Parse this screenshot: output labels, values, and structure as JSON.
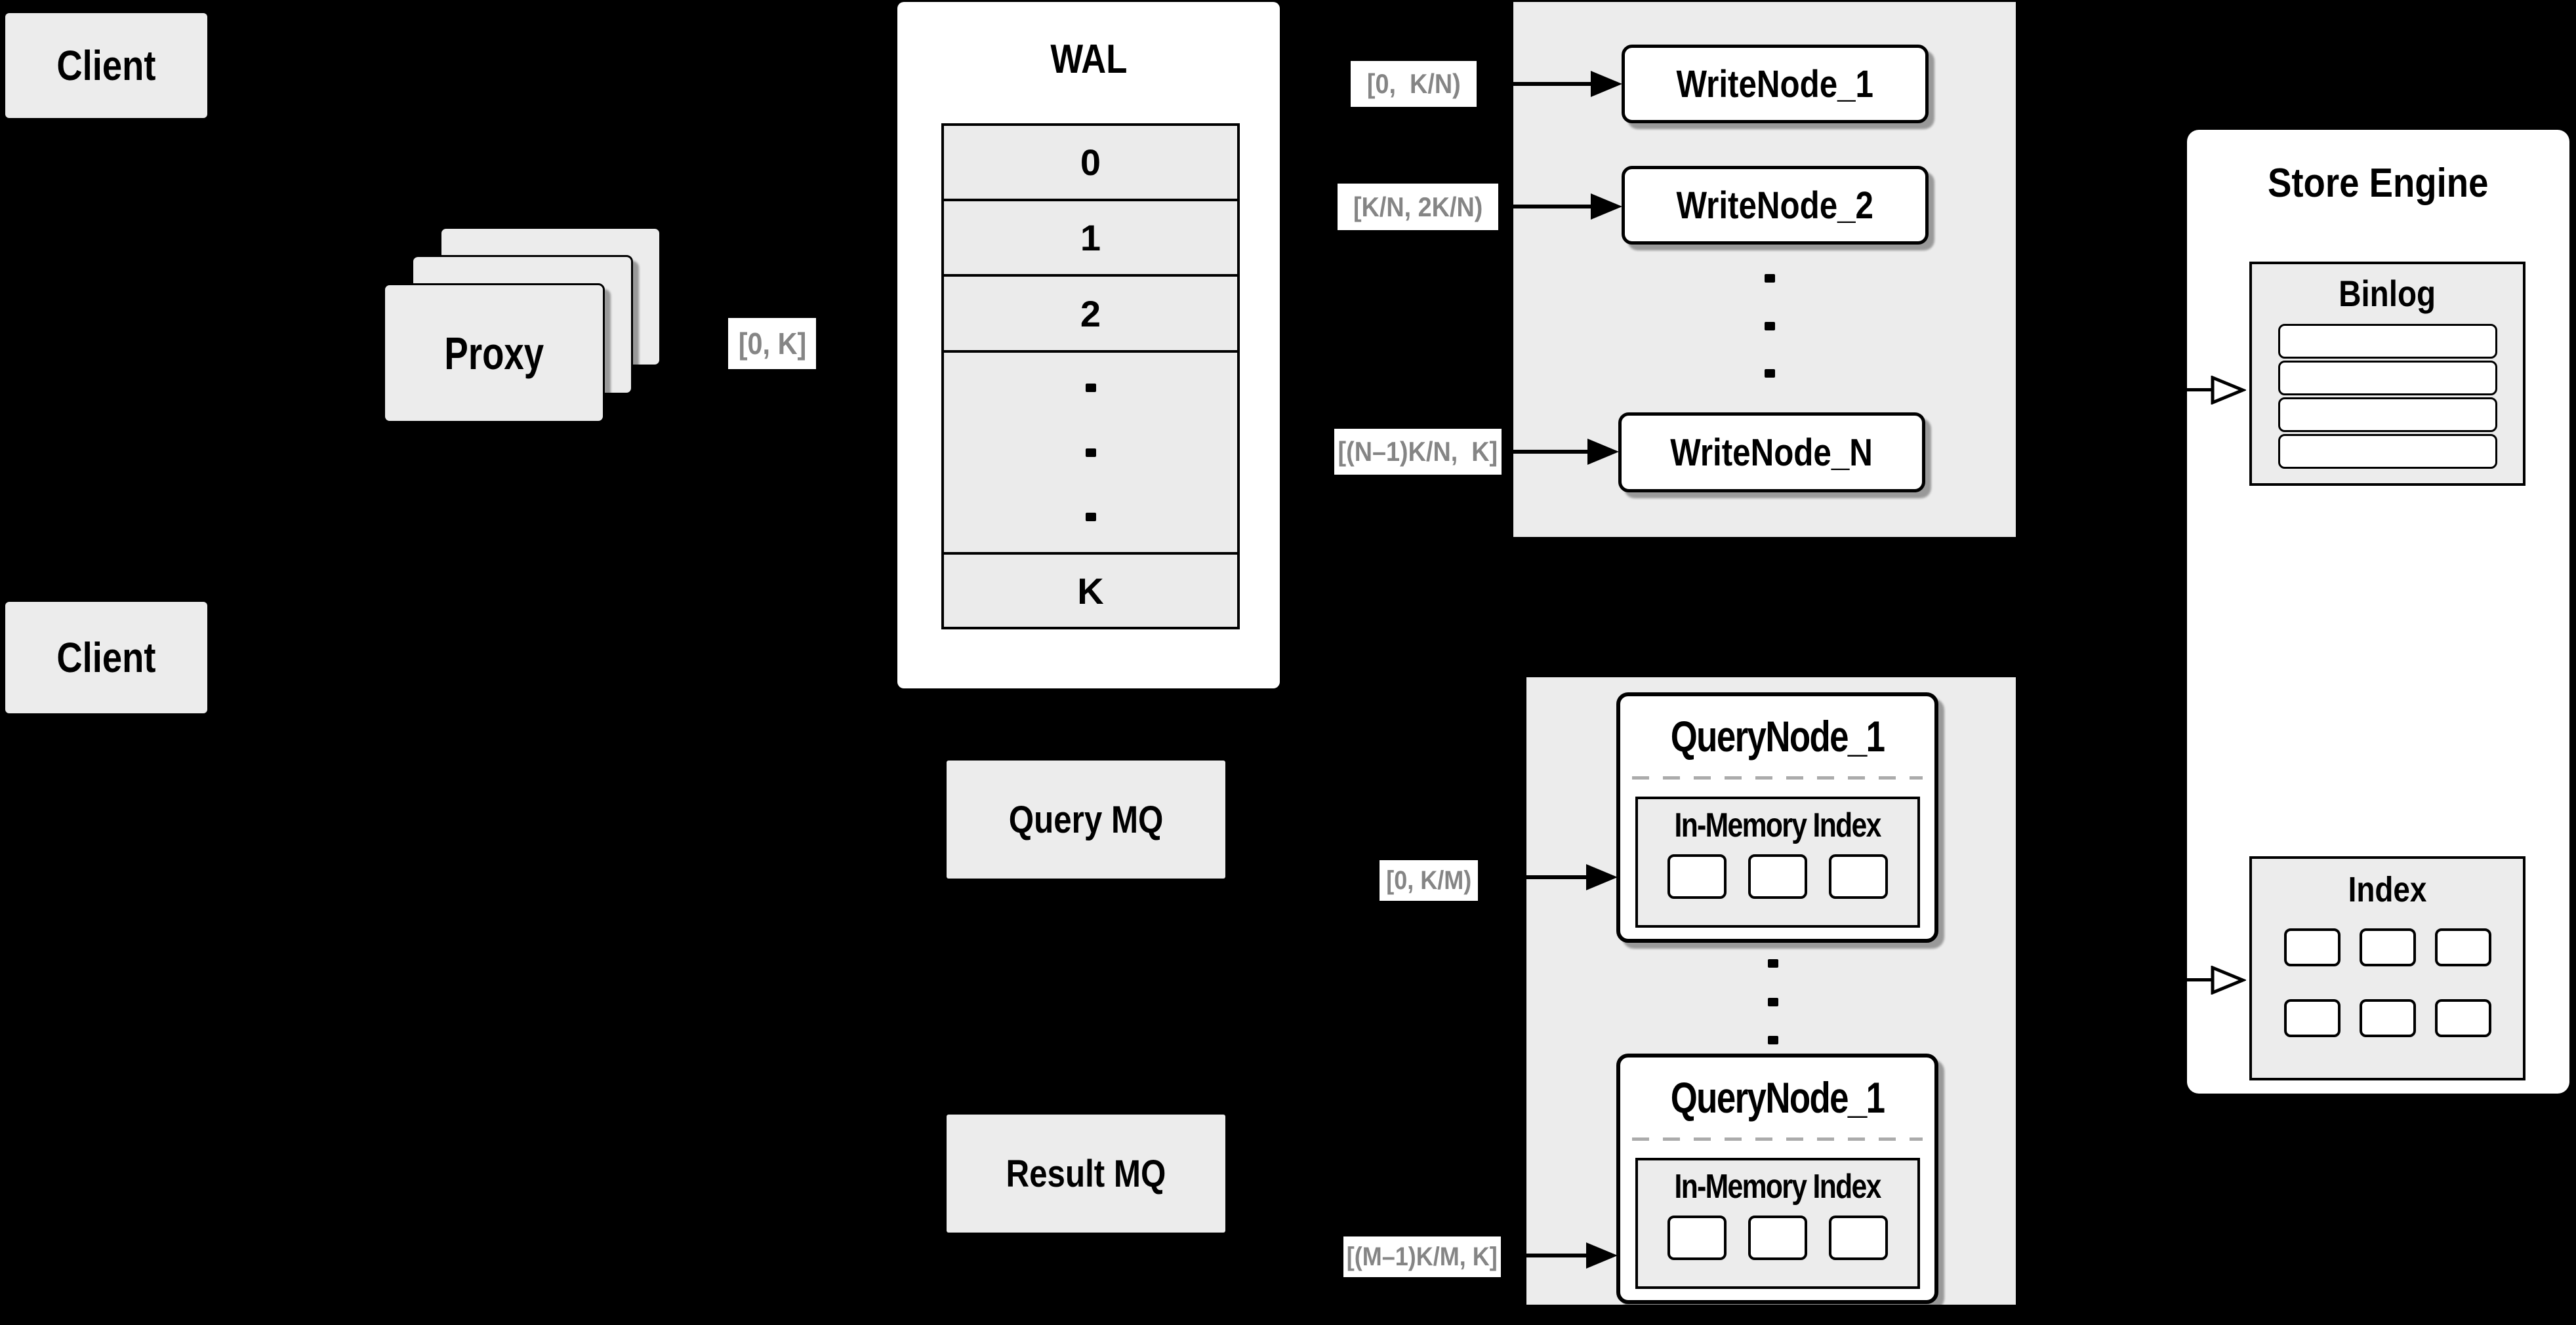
{
  "colors": {
    "background": "#000000",
    "panel_gray": "#ececec",
    "wal_row_fill": "#ebebeb",
    "node_fill": "#ffffff",
    "line": "#000000",
    "range_label_text": "#858585",
    "dashed_divider": "#ababab"
  },
  "clients": {
    "top": "Client",
    "bottom": "Client"
  },
  "proxy": {
    "label": "Proxy",
    "range": "[0, K]"
  },
  "wal": {
    "title": "WAL",
    "row0": "0",
    "row1": "1",
    "row2": "2",
    "rowK": "K"
  },
  "write_group": {
    "node1": "WriteNode_1",
    "node2": "WriteNode_2",
    "nodeN": "WriteNode_N",
    "range1": "[0,  K/N)",
    "range2": "[K/N, 2K/N)",
    "rangeN": "[(N–1)K/N,  K]"
  },
  "store_engine": {
    "title": "Store Engine",
    "binlog": "Binlog",
    "index": "Index"
  },
  "mq": {
    "query": "Query MQ",
    "result": "Result MQ"
  },
  "query_group": {
    "node1": "QueryNode_1",
    "inmem1": "In-Memory Index",
    "node2": "QueryNode_1",
    "inmem2": "In-Memory Index",
    "range1": "[0, K/M)",
    "range2": "[(M–1)K/M, K]"
  }
}
